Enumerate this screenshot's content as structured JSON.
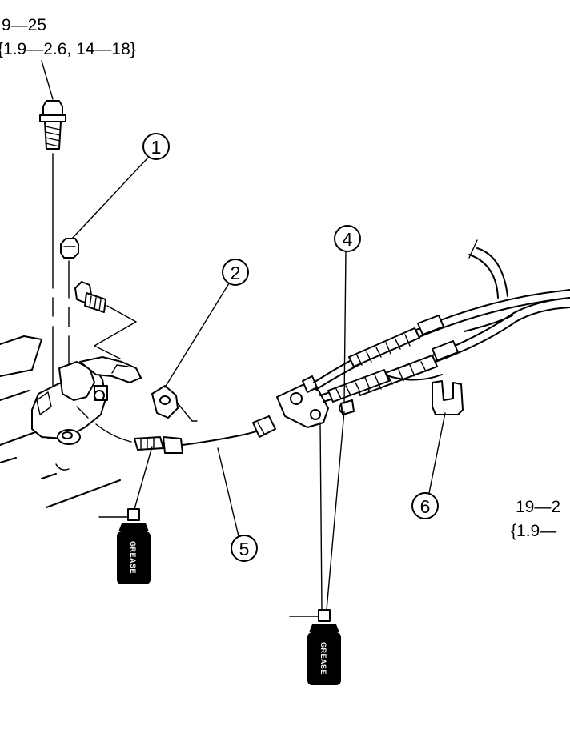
{
  "torque_specs": {
    "top_left": {
      "line1": "9—25",
      "line2": "{1.9—2.6, 14—18}"
    },
    "right": {
      "line1": "19—2",
      "line2": "{1.9—"
    }
  },
  "callouts": [
    "1",
    "2",
    "4",
    "5",
    "6"
  ],
  "grease": {
    "label": "GREASE"
  }
}
